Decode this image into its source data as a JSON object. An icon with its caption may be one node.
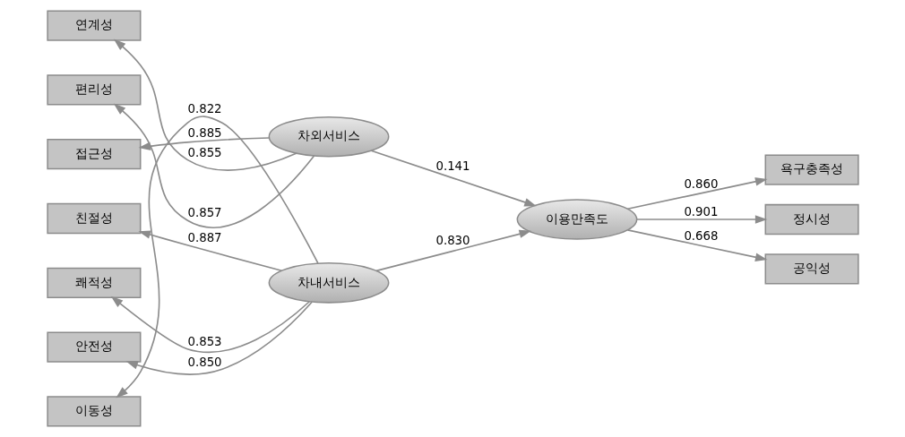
{
  "diagram": {
    "nodes": [
      {
        "text": [
          "이동성"
        ]
      },
      {
        "text": [
          "친절성"
        ]
      },
      {
        "text": [
          "쾌적성"
        ]
      },
      {
        "text": [
          "안전성"
        ]
      },
      {
        "text": [
          "차내서비스"
        ]
      },
      {
        "text": [
          "접근성"
        ]
      },
      {
        "text": [
          "연계성"
        ]
      },
      {
        "text": [
          "편리성"
        ]
      },
      {
        "text": [
          "차외서비스"
        ]
      },
      {
        "text": [
          "이용만족도"
        ]
      },
      {
        "text": [
          "욕구충족성"
        ]
      },
      {
        "text": [
          "정시성"
        ]
      },
      {
        "text": [
          "공익성"
        ]
      }
    ],
    "edges": [
      {
        "from": 4,
        "to": 0,
        "arrow": "to",
        "label": "0.822"
      },
      {
        "from": 4,
        "to": 1,
        "arrow": "to",
        "label": "0.887"
      },
      {
        "from": 4,
        "to": 2,
        "arrow": "to",
        "label": "0.853"
      },
      {
        "from": 4,
        "to": 3,
        "arrow": "to",
        "label": "0.850"
      },
      {
        "from": 8,
        "to": 5,
        "arrow": "to",
        "label": "0.885"
      },
      {
        "from": 8,
        "to": 6,
        "arrow": "to",
        "label": "0.855"
      },
      {
        "from": 8,
        "to": 7,
        "arrow": "to",
        "label": "0.857"
      },
      {
        "from": 4,
        "to": 9,
        "arrow": "to",
        "label": "0.830"
      },
      {
        "from": 8,
        "to": 9,
        "arrow": "to",
        "label": "0.141"
      },
      {
        "from": 9,
        "to": 10,
        "arrow": "to",
        "label": "0.860"
      },
      {
        "from": 9,
        "to": 11,
        "arrow": "to",
        "label": "0.901"
      },
      {
        "from": 9,
        "to": 12,
        "arrow": "to",
        "label": "0.668"
      }
    ]
  }
}
